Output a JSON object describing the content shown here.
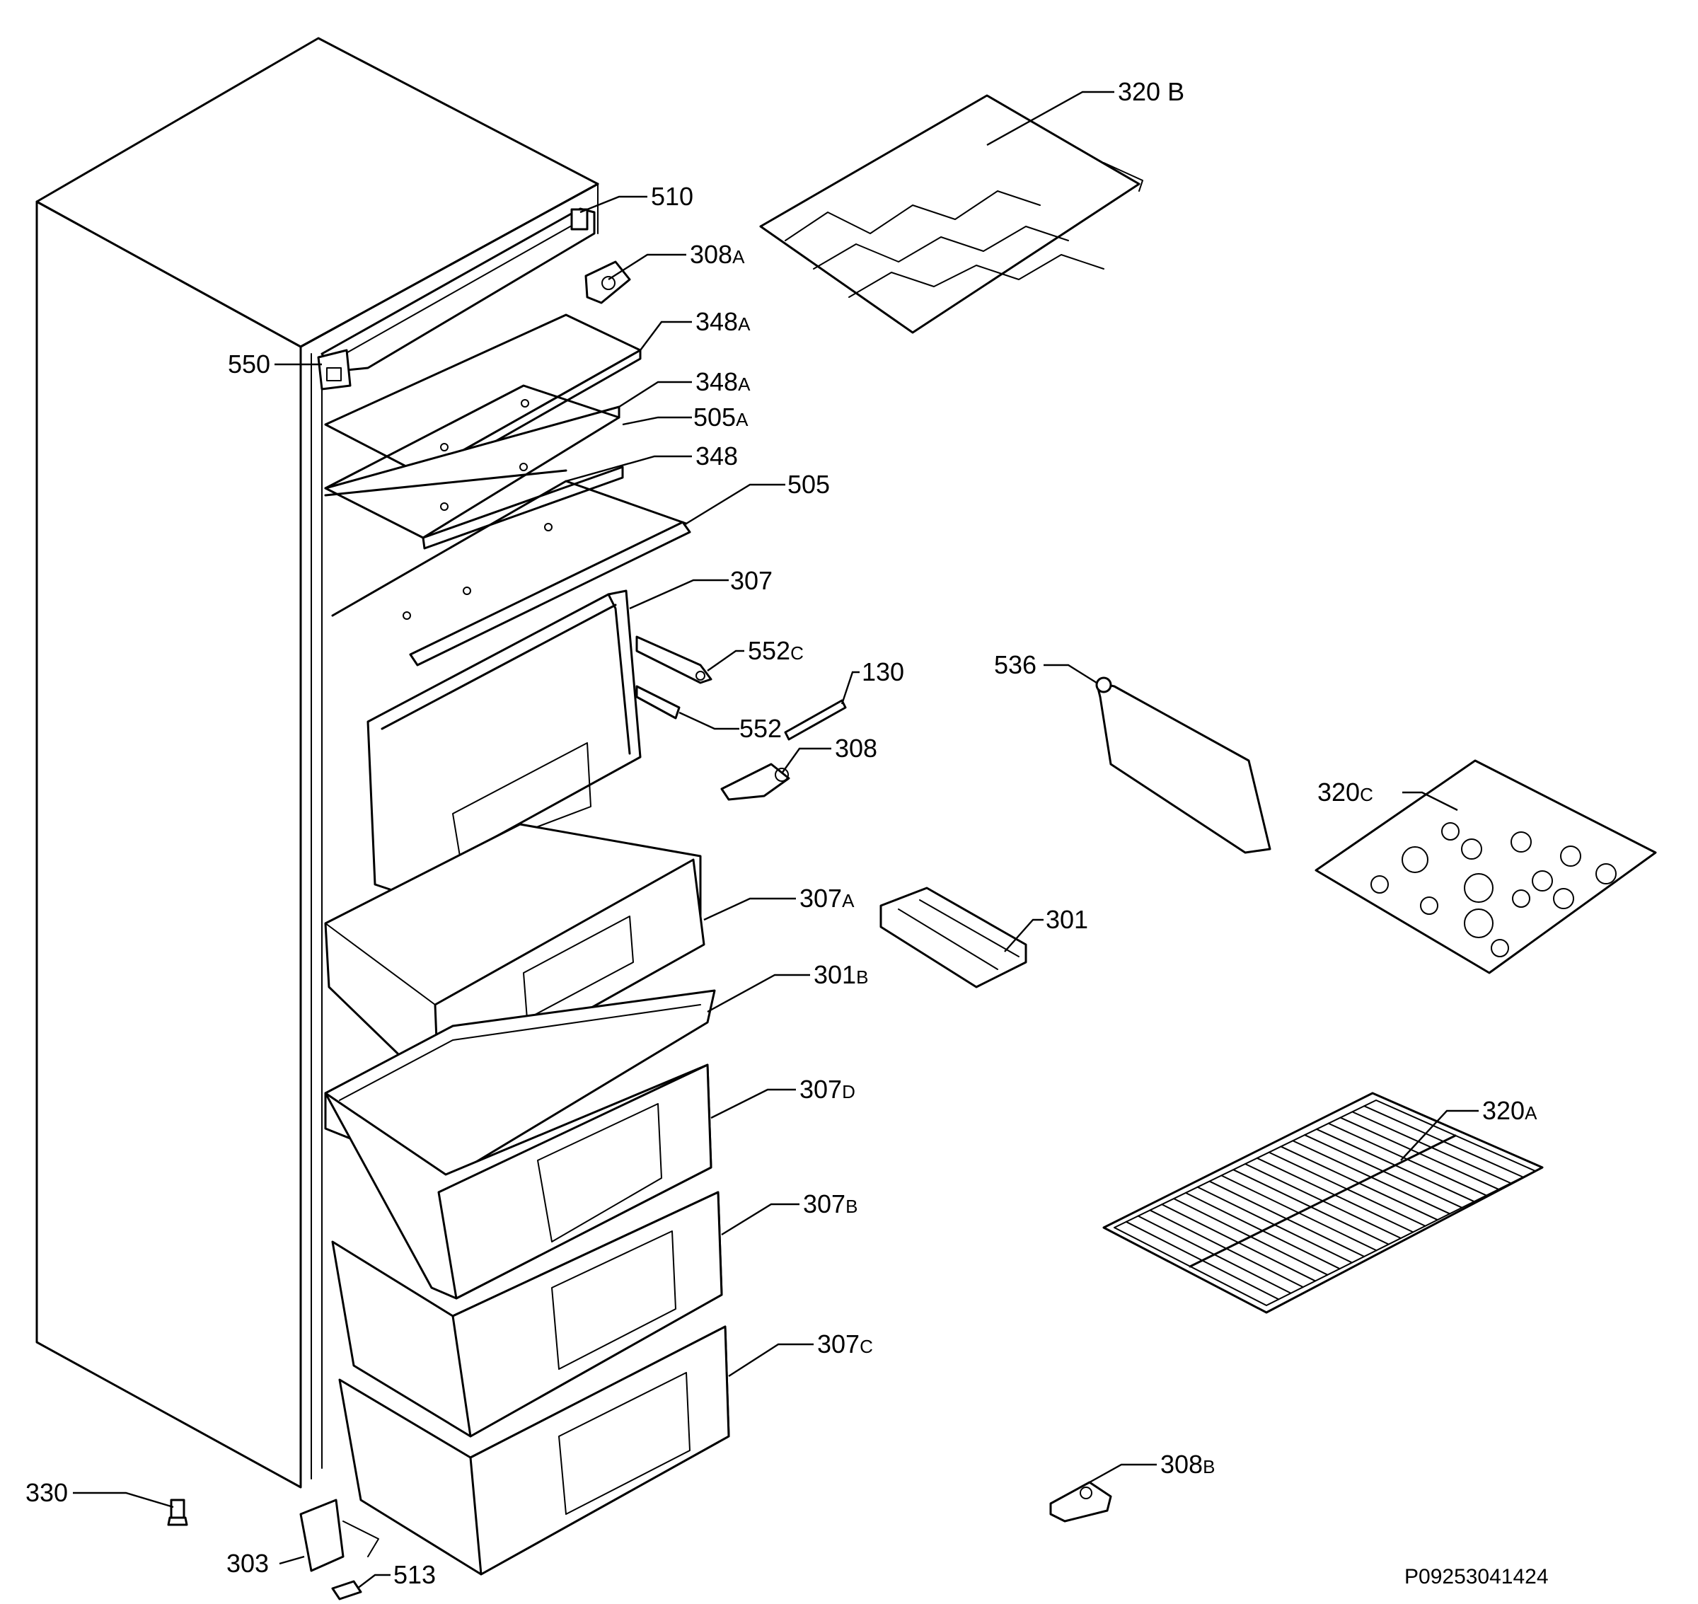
{
  "document_id": "P09253041424",
  "callouts": [
    {
      "id": "c510",
      "number": "510",
      "suffix": ""
    },
    {
      "id": "c308A",
      "number": "308",
      "suffix": "A"
    },
    {
      "id": "c348A_1",
      "number": "348",
      "suffix": "A"
    },
    {
      "id": "c550",
      "number": "550",
      "suffix": ""
    },
    {
      "id": "c348A_2",
      "number": "348",
      "suffix": "A"
    },
    {
      "id": "c505A",
      "number": "505",
      "suffix": "A"
    },
    {
      "id": "c348",
      "number": "348",
      "suffix": ""
    },
    {
      "id": "c505",
      "number": "505",
      "suffix": ""
    },
    {
      "id": "c307",
      "number": "307",
      "suffix": ""
    },
    {
      "id": "c552C",
      "number": "552",
      "suffix": "C"
    },
    {
      "id": "c130",
      "number": "130",
      "suffix": ""
    },
    {
      "id": "c552",
      "number": "552",
      "suffix": ""
    },
    {
      "id": "c308",
      "number": "308",
      "suffix": ""
    },
    {
      "id": "c307A",
      "number": "307",
      "suffix": "A"
    },
    {
      "id": "c301",
      "number": "301",
      "suffix": ""
    },
    {
      "id": "c301B",
      "number": "301",
      "suffix": "B"
    },
    {
      "id": "c307D",
      "number": "307",
      "suffix": "D"
    },
    {
      "id": "c307B",
      "number": "307",
      "suffix": "B"
    },
    {
      "id": "c307C",
      "number": "307",
      "suffix": "C"
    },
    {
      "id": "c320B",
      "number": "320",
      "suffix": "B"
    },
    {
      "id": "c536",
      "number": "536",
      "suffix": ""
    },
    {
      "id": "c320C",
      "number": "320",
      "suffix": "C"
    },
    {
      "id": "c320A",
      "number": "320",
      "suffix": "A"
    },
    {
      "id": "c308B",
      "number": "308",
      "suffix": "B"
    },
    {
      "id": "c330",
      "number": "330",
      "suffix": ""
    },
    {
      "id": "c303",
      "number": "303",
      "suffix": ""
    },
    {
      "id": "c513",
      "number": "513",
      "suffix": ""
    }
  ]
}
